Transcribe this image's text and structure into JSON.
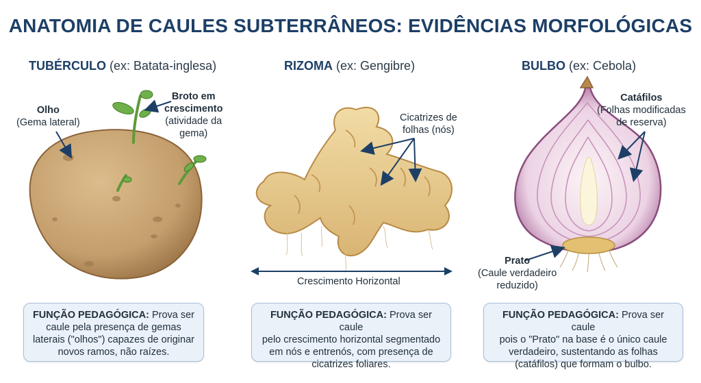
{
  "title": "ANATOMIA DE CAULES SUBTERRÂNEOS: EVIDÊNCIAS MORFOLÓGICAS",
  "columns": [
    {
      "name": "TUBÉRCULO",
      "example": "(ex: Batata-inglesa)",
      "annotations": {
        "olho_title": "Olho",
        "olho_sub": "(Gema lateral)",
        "broto_title_1": "Broto em",
        "broto_title_2": "crescimento",
        "broto_sub_1": "(atividade da",
        "broto_sub_2": "gema)"
      },
      "box_label": "FUNÇÃO PEDAGÓGICA:",
      "box_text_1": " Prova ser",
      "box_text_2": "caule pela presença de gemas",
      "box_text_3": "laterais (\"olhos\") capazes de originar",
      "box_text_4": "novos ramos, não raízes."
    },
    {
      "name": "RIZOMA",
      "example": "(ex: Gengibre)",
      "annotations": {
        "cicatrizes_1": "Cicatrizes de",
        "cicatrizes_2": "folhas (nós)",
        "crescimento": "Crescimento Horizontal"
      },
      "box_label": "FUNÇÃO PEDAGÓGICA:",
      "box_text_1": " Prova ser caule",
      "box_text_2": "pelo crescimento horizontal segmentado",
      "box_text_3": "em nós e entrenós, com presença de",
      "box_text_4": "cicatrizes foliares."
    },
    {
      "name": "BULBO",
      "example": "(ex: Cebola)",
      "annotations": {
        "catafilos_title": "Catáfilos",
        "catafilos_sub_1": "(Folhas modificadas",
        "catafilos_sub_2": "de reserva)",
        "prato_title": "Prato",
        "prato_sub_1": "(Caule verdadeiro",
        "prato_sub_2": "reduzido)"
      },
      "box_label": "FUNÇÃO PEDAGÓGICA:",
      "box_text_1": " Prova ser caule",
      "box_text_2": "pois o \"Prato\" na base é o único caule",
      "box_text_3": "verdadeiro, sustentando as folhas",
      "box_text_4": "(catáfilos) que formam o bulbo."
    }
  ],
  "colors": {
    "title": "#1d3f66",
    "arrow": "#1d3f66",
    "box_bg": "#eaf1f9",
    "potato": "#c9a574",
    "ginger": "#e6c98a",
    "onion": "#b07aa6"
  }
}
